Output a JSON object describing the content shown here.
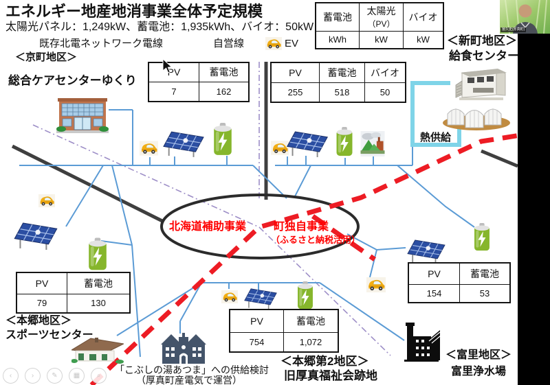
{
  "header": {
    "title": "エネルギー地産地消事業全体予定規模",
    "subtitle": "太陽光パネル：1,249kW、蓄電池：1,935kWh、バイオ：50kW"
  },
  "legend": {
    "existing_line_label": "既存北電ネットワーク電線",
    "private_line_label": "自営線",
    "ev_label": "EV"
  },
  "unit_table": {
    "col1_header": "蓄電池",
    "col2_header": "太陽光",
    "col2_sub": "（PV）",
    "col3_header": "バイオ",
    "col1_unit": "kWh",
    "col2_unit": "kW",
    "col3_unit": "kW"
  },
  "webcam": {
    "participant_name": "宮久史(厚真町)"
  },
  "center_zone": {
    "left_label": "北海道補助事業",
    "right_label": "町独自事業",
    "right_sub_label": "（ふるさと納税活用）"
  },
  "heat_supply_label": "熱供給",
  "sites": {
    "kyomachi": {
      "district": "＜京町地区＞",
      "facility": "総合ケアセンターゆくり",
      "pv_header": "PV",
      "battery_header": "蓄電池",
      "pv": "7",
      "battery": "162"
    },
    "shinmachi": {
      "district": "＜新町地区＞",
      "facility": "給食センター",
      "pv_header": "PV",
      "battery_header": "蓄電池",
      "bio_header": "バイオ",
      "pv": "255",
      "battery": "518",
      "bio": "50"
    },
    "hongo": {
      "district": "＜本郷地区＞",
      "facility": "スポーツセンター",
      "pv_header": "PV",
      "battery_header": "蓄電池",
      "pv": "79",
      "battery": "130"
    },
    "hongo2": {
      "district": "＜本郷第2地区＞",
      "facility": "旧厚真福祉会跡地",
      "pv_header": "PV",
      "battery_header": "蓄電池",
      "pv": "754",
      "battery": "1,072"
    },
    "tomisato": {
      "district": "＜富里地区＞",
      "facility": "富里浄水場",
      "pv_header": "PV",
      "battery_header": "蓄電池",
      "pv": "154",
      "battery": "53"
    }
  },
  "kobushi": {
    "line1": "「こぶしの湯あつま」への供給検討",
    "line2": "（厚真町産電気で運営）"
  },
  "controls": {
    "prev": "‹",
    "next": "›",
    "annotate": "✎",
    "grid": "▦",
    "zoom": "⌕"
  },
  "colors": {
    "boundary_red": "#ed1c24",
    "private_blue": "#5b9bd5",
    "planned_purple": "#9d8ec7",
    "grid_dark": "#3f3f3f",
    "heat_cyan": "#7fd4e8",
    "label_red": "#ff0000"
  }
}
